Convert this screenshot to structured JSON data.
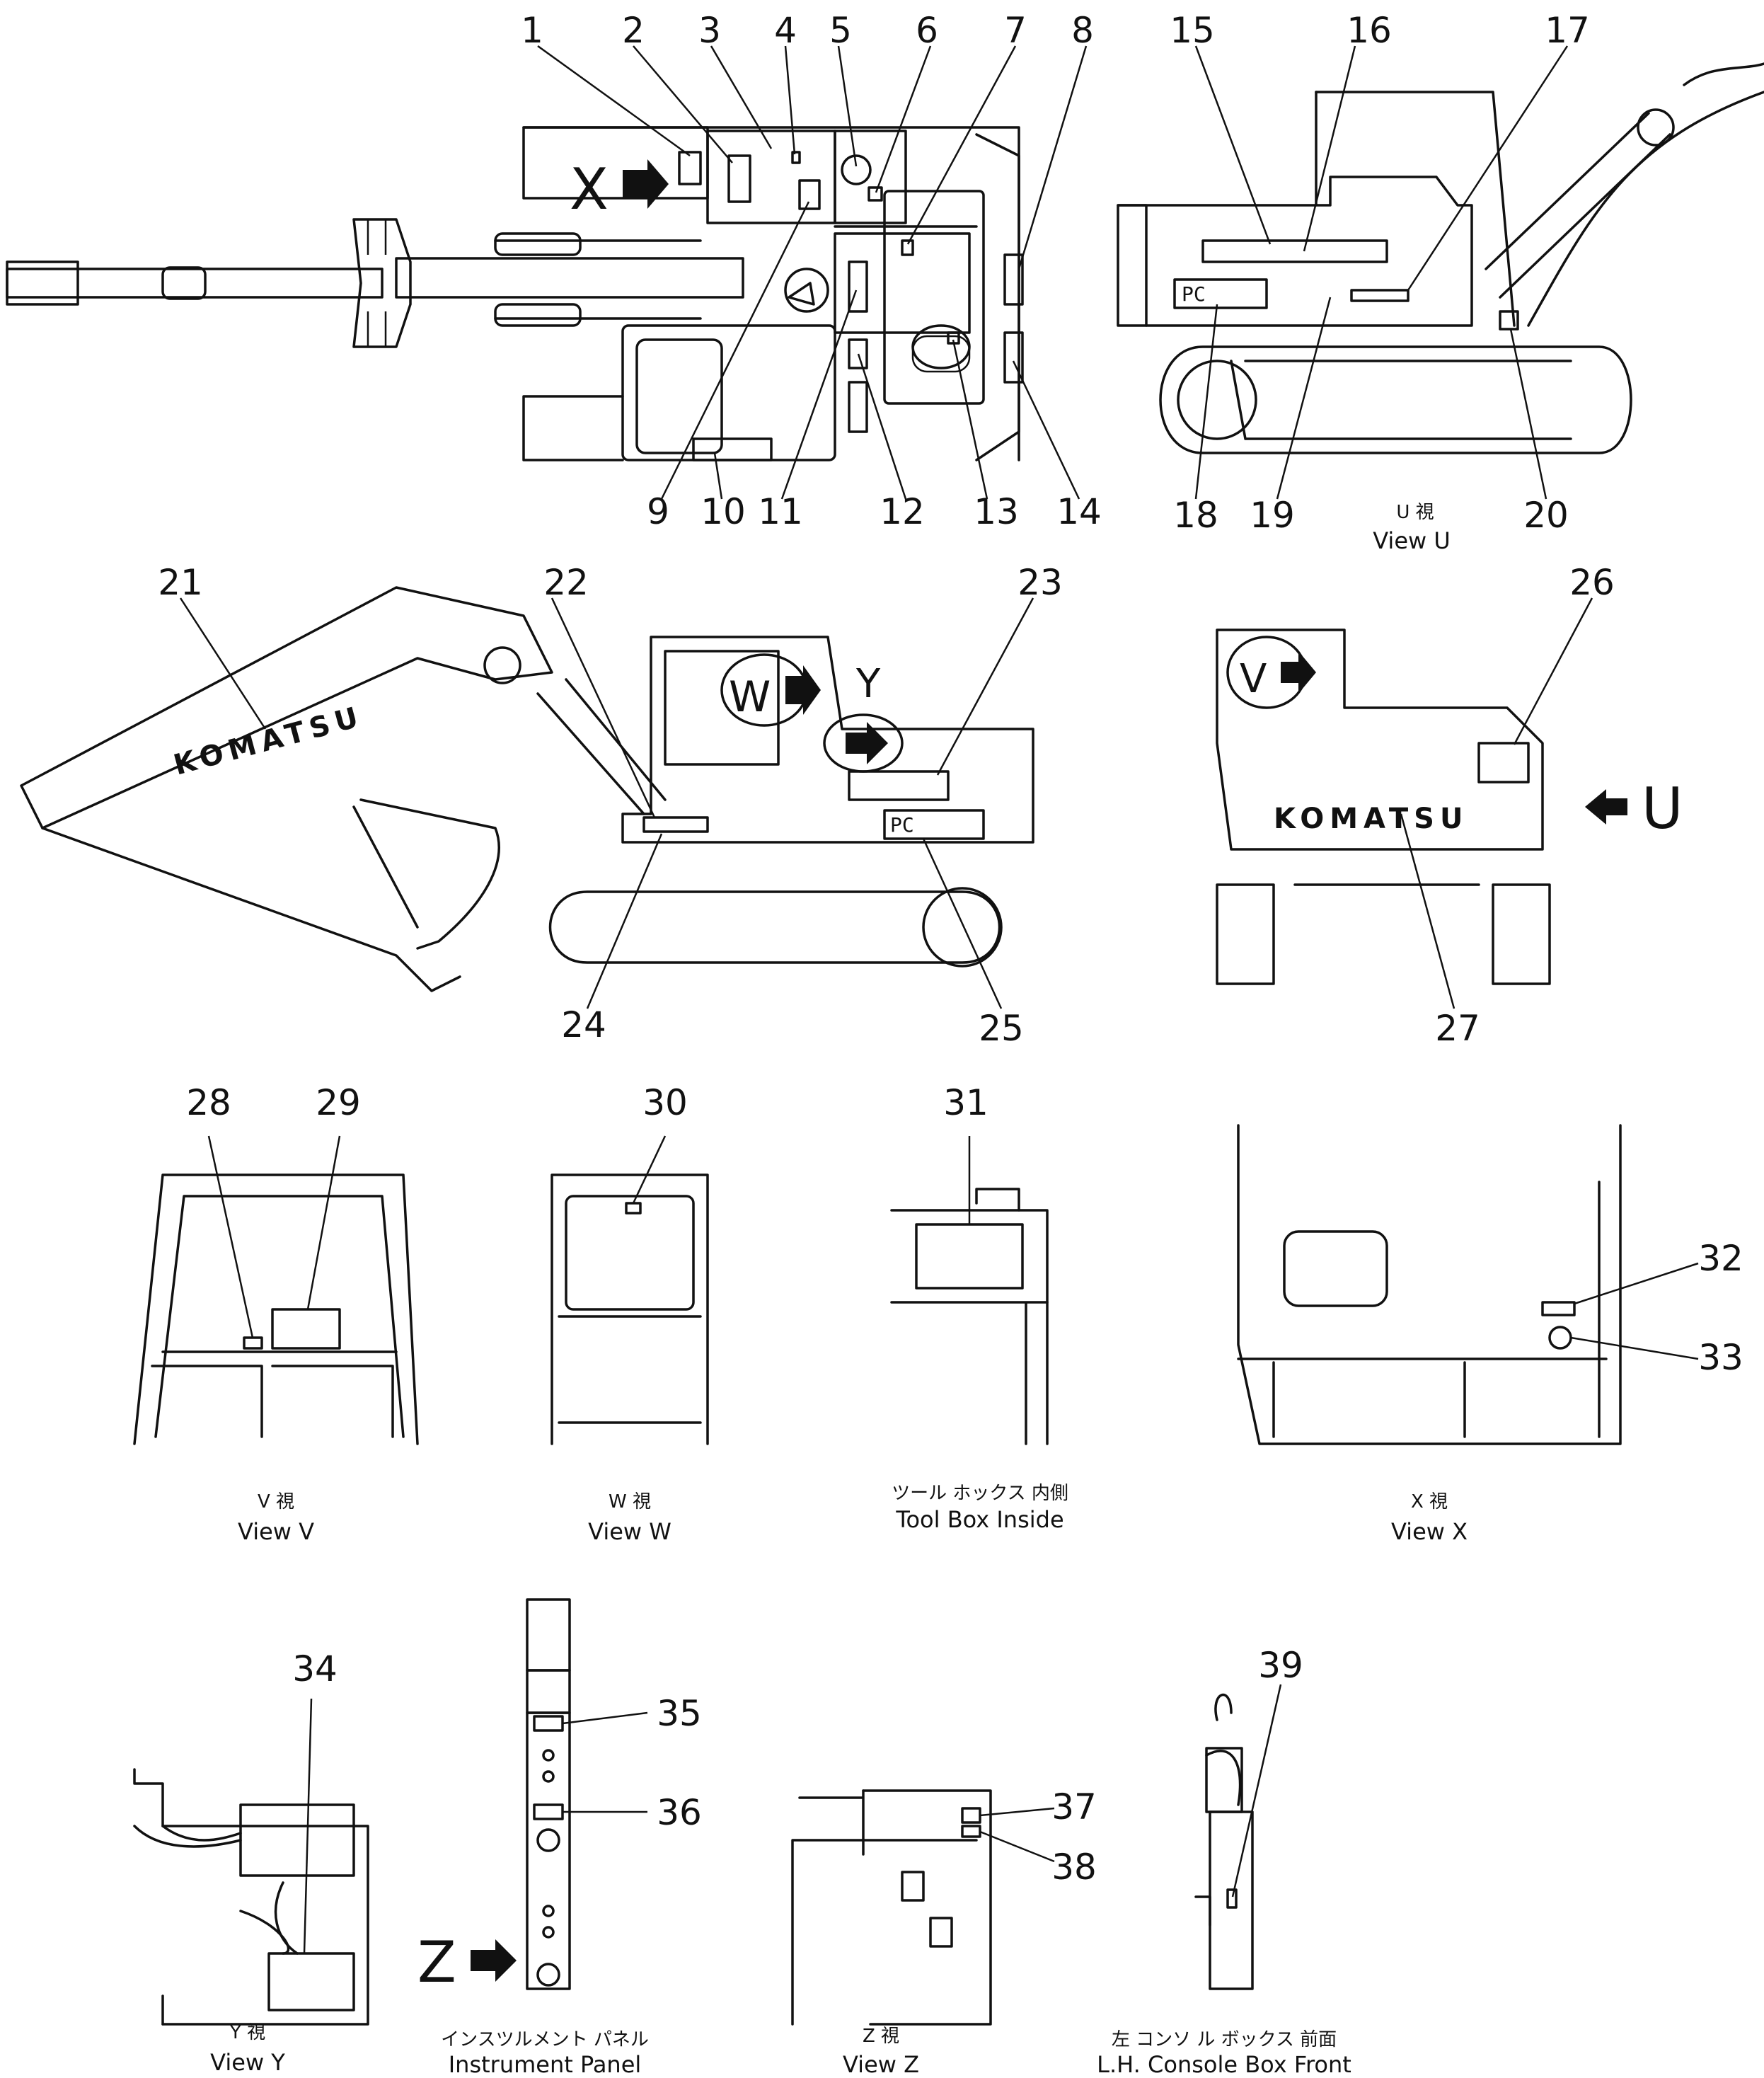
{
  "callouts": [
    "1",
    "2",
    "3",
    "4",
    "5",
    "6",
    "7",
    "8",
    "9",
    "10",
    "11",
    "12",
    "13",
    "14",
    "15",
    "16",
    "17",
    "18",
    "19",
    "20",
    "21",
    "22",
    "23",
    "24",
    "25",
    "26",
    "27",
    "28",
    "29",
    "30",
    "31",
    "32",
    "33",
    "34",
    "35",
    "36",
    "37",
    "38",
    "39"
  ],
  "captions": {
    "view_u_jp": "U 視",
    "view_u": "View U",
    "view_v_jp": "V 視",
    "view_v": "View V",
    "view_w_jp": "W 視",
    "view_w": "View W",
    "toolbox_jp": "ツール ホックス 内側",
    "toolbox": "Tool Box Inside",
    "view_x_jp": "X 視",
    "view_x": "View X",
    "view_y_jp": "Y 視",
    "view_y": "View Y",
    "panel_jp": "インスツルメント パネル",
    "panel": "Instrument Panel",
    "view_z_jp": "Z 視",
    "view_z": "View Z",
    "console_jp": "左 コンソ ル ボックス 前面",
    "console": "L.H. Console Box Front"
  },
  "view_letters": {
    "x": "X",
    "u": "U",
    "w": "W",
    "y": "Y",
    "v": "V",
    "z": "Z"
  },
  "decals": {
    "brand": "KOMATSU",
    "model": "PC"
  }
}
